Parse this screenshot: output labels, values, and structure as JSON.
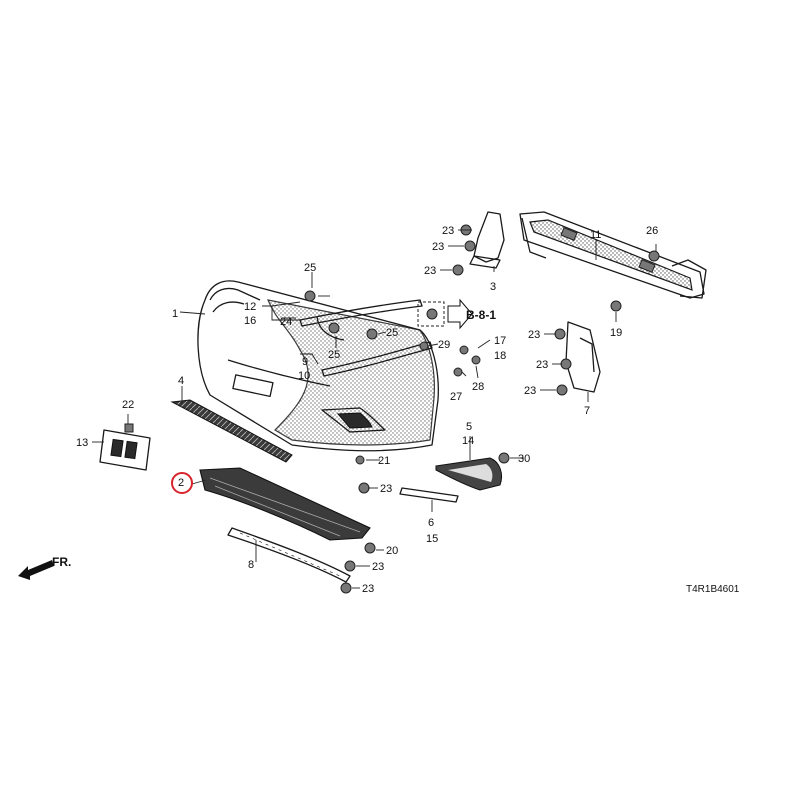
{
  "diagram": {
    "code": "T4R1B4601",
    "ref_label": "B-8-1",
    "direction_label": "FR.",
    "highlight_color": "#d9232d",
    "callouts": {
      "c1": "1",
      "c2": "2",
      "c3": "3",
      "c4": "4",
      "c5": "5",
      "c6": "6",
      "c7": "7",
      "c8": "8",
      "c9": "9",
      "c10": "10",
      "c11": "11",
      "c12": "12",
      "c13": "13",
      "c14": "14",
      "c15": "15",
      "c16": "16",
      "c17": "17",
      "c18": "18",
      "c19": "19",
      "c20": "20",
      "c21": "21",
      "c22": "22",
      "c24": "24",
      "c25a": "25",
      "c25b": "25",
      "c25c": "25",
      "c26": "26",
      "c27": "27",
      "c28": "28",
      "c29": "29",
      "c30": "30",
      "c23a": "23",
      "c23b": "23",
      "c23c": "23",
      "c23d": "23",
      "c23e": "23",
      "c23f": "23",
      "c23g": "23",
      "c23h": "23",
      "c23i": "23"
    }
  }
}
